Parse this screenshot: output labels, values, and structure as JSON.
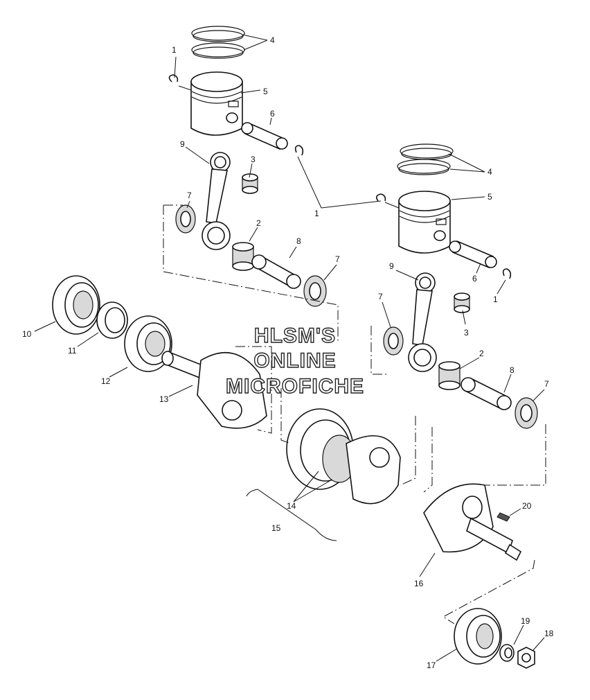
{
  "watermark": {
    "line1": "HLSM'S",
    "line2": "ONLINE",
    "line3": "MICROFICHE"
  },
  "callouts": {
    "c1a": "1",
    "c4a": "4",
    "c5a": "5",
    "c6a": "6",
    "c9a": "9",
    "c3a": "3",
    "c7a": "7",
    "c2a": "2",
    "c8a": "8",
    "c7b": "7",
    "c1b": "1",
    "c4b": "4",
    "c5b": "5",
    "c6b": "6",
    "c1c": "1",
    "c9b": "9",
    "c7c": "7",
    "c3b": "3",
    "c2b": "2",
    "c8b": "8",
    "c7d": "7",
    "c10": "10",
    "c11": "11",
    "c12": "12",
    "c13": "13",
    "c14": "14",
    "c15": "15",
    "c16": "16",
    "c20": "20",
    "c17": "17",
    "c19": "19",
    "c18": "18"
  }
}
